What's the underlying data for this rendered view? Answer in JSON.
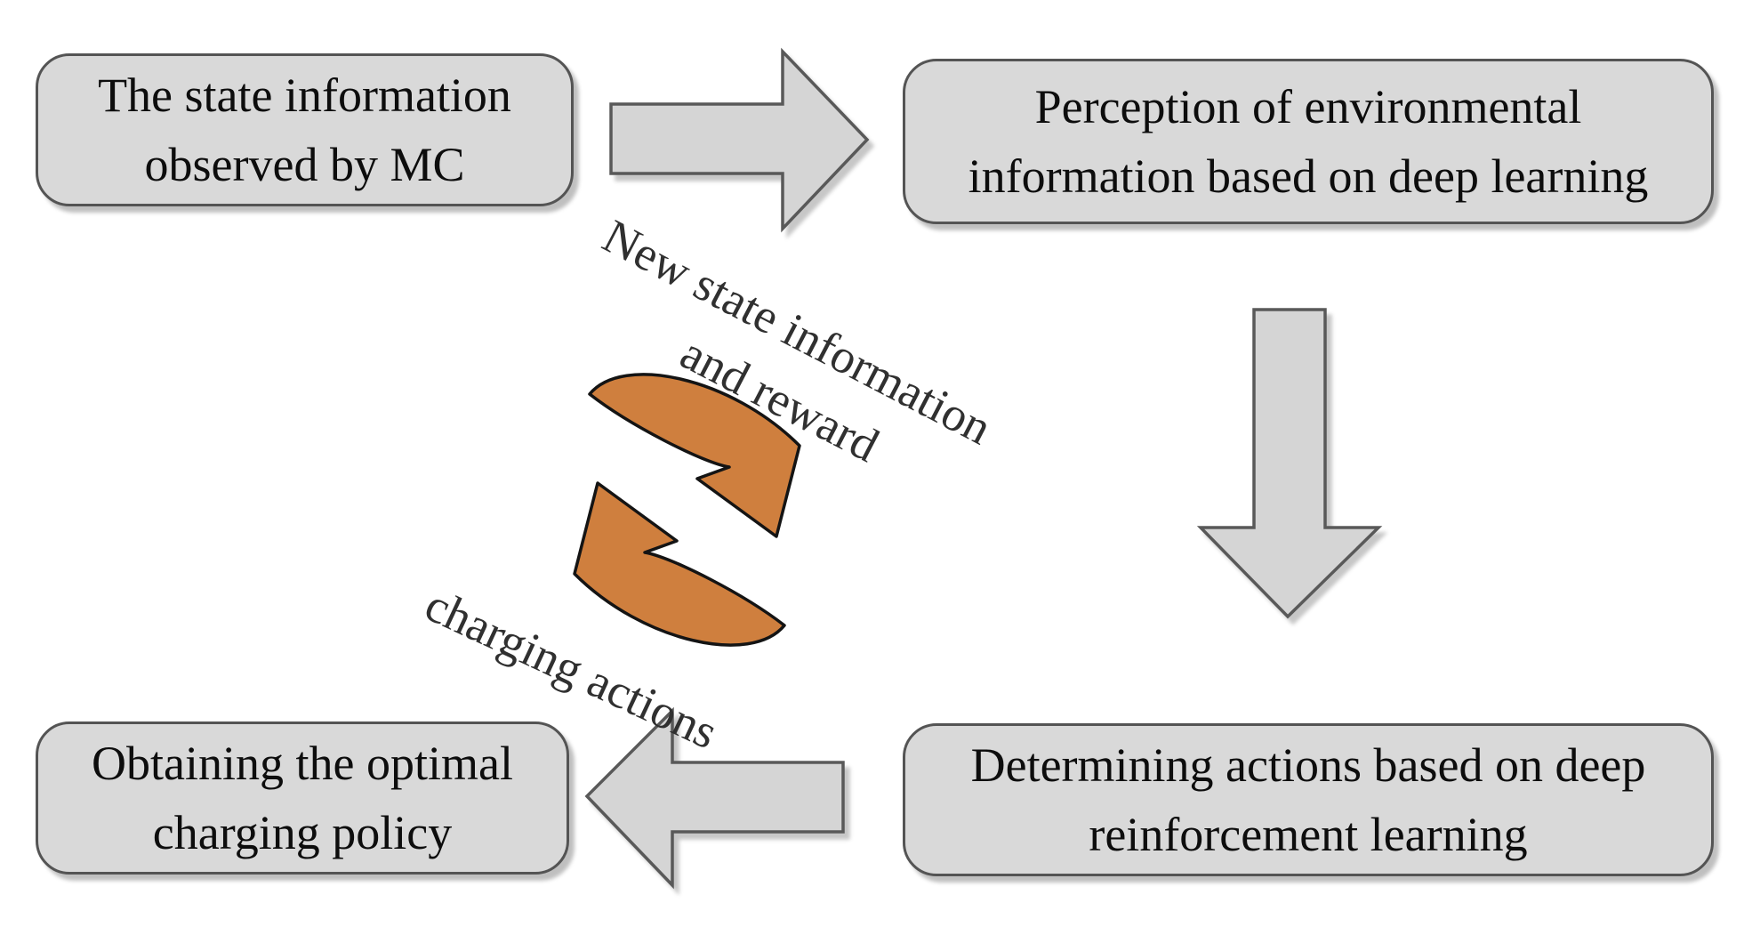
{
  "diagram": {
    "type": "flowchart",
    "description": "Deep reinforcement learning charging loop diagram"
  },
  "colors": {
    "background": "#ffffff",
    "box_fill": "#d9d9d9",
    "box_border": "#545454",
    "box_text": "#0d0d0d",
    "arrow_fill": "#d5d5d5",
    "arrow_border": "#595959",
    "cycle_fill": "#cf7f3e",
    "cycle_border": "#141414",
    "label_color": "#303030"
  },
  "boxes": {
    "top_left": {
      "line1": "The state information",
      "line2": "observed by MC"
    },
    "top_right": {
      "line1": "Perception of environmental",
      "line2": "information based on deep learning"
    },
    "bottom_right": {
      "line1": "Determining actions based on deep",
      "line2": "reinforcement learning"
    },
    "bottom_left": {
      "line1": "Obtaining the optimal",
      "line2": "charging policy"
    }
  },
  "labels": {
    "cycle_top": {
      "line1": "New state information",
      "line2": "and reward"
    },
    "cycle_bottom": {
      "text": "charging actions"
    }
  },
  "icons": {
    "flow_arrow_right": "gray block arrow pointing right",
    "flow_arrow_down": "gray block arrow pointing down",
    "flow_arrow_left": "gray block arrow pointing left",
    "cycle_arrows": "orange circular refresh arrows"
  }
}
